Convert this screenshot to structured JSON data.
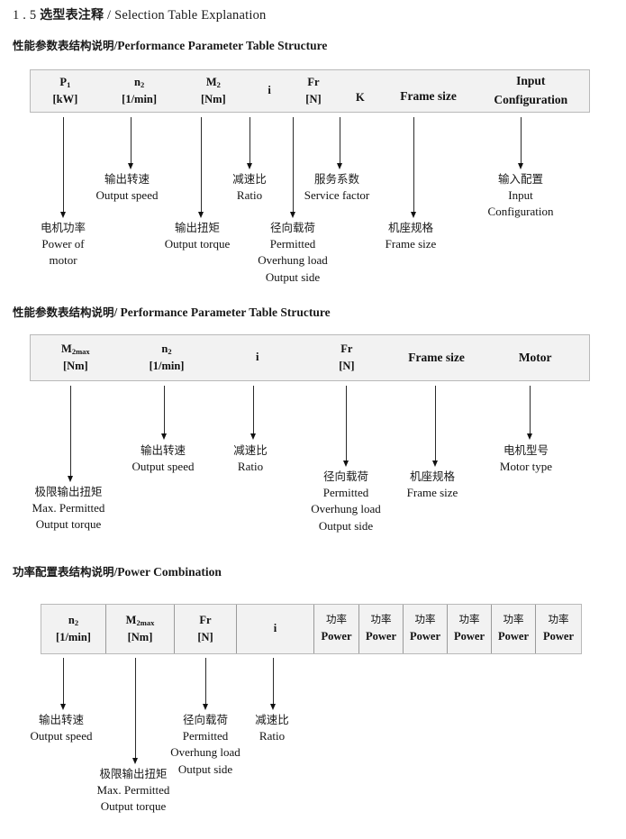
{
  "title": {
    "number": "1 . 5",
    "cn": "选型表注释",
    "slash": "/",
    "en": "Selection Table Explanation"
  },
  "sections": [
    {
      "id": "perf1",
      "heading": {
        "cn": "性能参数表结构说明",
        "slash": "/",
        "en": "Performance Parameter Table Structure"
      },
      "columns": [
        {
          "l1": "P",
          "sub1": "1",
          "l2": "[kW]"
        },
        {
          "l1": "n",
          "sub1": "2",
          "l2": "[1/min]"
        },
        {
          "l1": "M",
          "sub1": "2",
          "l2": "[Nm]"
        },
        {
          "l1": "i",
          "sub1": "",
          "l2": ""
        },
        {
          "l1": "Fr",
          "sub1": "",
          "l2": "[N]"
        },
        {
          "l1": "K",
          "sub1": "",
          "l2": ""
        },
        {
          "l1": "Frame size",
          "sub1": "",
          "l2": ""
        },
        {
          "l1": "Input",
          "sub1": "",
          "l2": "Configuration"
        }
      ],
      "callouts": [
        {
          "cn": "电机功率",
          "en": [
            "Power of",
            "motor"
          ]
        },
        {
          "cn": "输出转速",
          "en": [
            "Output speed"
          ]
        },
        {
          "cn": "输出扭矩",
          "en": [
            "Output torque"
          ]
        },
        {
          "cn": "减速比",
          "en": [
            "Ratio"
          ]
        },
        {
          "cn": "径向载荷",
          "en": [
            "Permitted",
            "Overhung load",
            "Output side"
          ]
        },
        {
          "cn": "服务系数",
          "en": [
            "Service factor"
          ]
        },
        {
          "cn": "机座规格",
          "en": [
            "Frame size"
          ]
        },
        {
          "cn": "输入配置",
          "en": [
            "Input",
            "Configuration"
          ]
        }
      ]
    },
    {
      "id": "perf2",
      "heading": {
        "cn": "性能参数表结构说明",
        "slash": "/",
        "en": "Performance Parameter Table Structure"
      },
      "columns": [
        {
          "l1": "M",
          "sub1": "2max",
          "l2": "[Nm]"
        },
        {
          "l1": "n",
          "sub1": "2",
          "l2": "[1/min]"
        },
        {
          "l1": "i",
          "sub1": "",
          "l2": ""
        },
        {
          "l1": "Fr",
          "sub1": "",
          "l2": "[N]"
        },
        {
          "l1": "Frame size",
          "sub1": "",
          "l2": ""
        },
        {
          "l1": "Motor",
          "sub1": "",
          "l2": ""
        }
      ],
      "callouts": [
        {
          "cn": "极限输出扭矩",
          "en": [
            "Max. Permitted",
            "Output  torque"
          ]
        },
        {
          "cn": "输出转速",
          "en": [
            "Output speed"
          ]
        },
        {
          "cn": "减速比",
          "en": [
            "Ratio"
          ]
        },
        {
          "cn": "径向载荷",
          "en": [
            "Permitted",
            "Overhung load",
            "Output side"
          ]
        },
        {
          "cn": "机座规格",
          "en": [
            "Frame size"
          ]
        },
        {
          "cn": "电机型号",
          "en": [
            "Motor type"
          ]
        }
      ]
    },
    {
      "id": "power",
      "heading": {
        "cn": "功率配置表结构说明",
        "slash": "/",
        "en": "Power Combination"
      },
      "columns": [
        {
          "l1": "n",
          "sub1": "2",
          "l2": "[1/min]"
        },
        {
          "l1": "M",
          "sub1": "2max",
          "l2": "[Nm]"
        },
        {
          "l1": "Fr",
          "sub1": "",
          "l2": "[N]"
        },
        {
          "l1": "i",
          "sub1": "",
          "l2": ""
        },
        {
          "l1": "功率",
          "sub1": "",
          "l2": "Power"
        },
        {
          "l1": "功率",
          "sub1": "",
          "l2": "Power"
        },
        {
          "l1": "功率",
          "sub1": "",
          "l2": "Power"
        },
        {
          "l1": "功率",
          "sub1": "",
          "l2": "Power"
        },
        {
          "l1": "功率",
          "sub1": "",
          "l2": "Power"
        },
        {
          "l1": "功率",
          "sub1": "",
          "l2": "Power"
        }
      ],
      "callouts": [
        {
          "cn": "输出转速",
          "en": [
            "Output speed"
          ]
        },
        {
          "cn": "极限输出扭矩",
          "en": [
            "Max. Permitted",
            "Output  torque"
          ]
        },
        {
          "cn": "径向载荷",
          "en": [
            "Permitted",
            "Overhung load",
            "Output side"
          ]
        },
        {
          "cn": "减速比",
          "en": [
            "Ratio"
          ]
        }
      ]
    }
  ]
}
